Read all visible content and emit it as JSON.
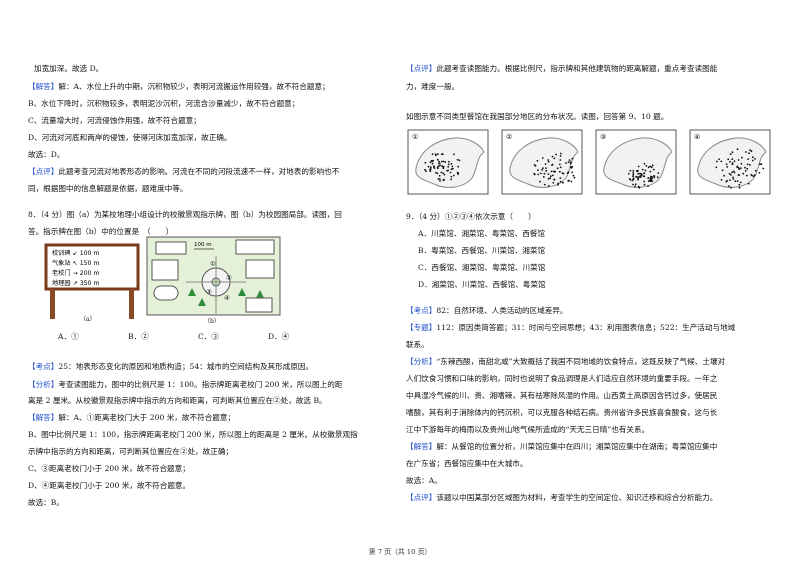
{
  "left": {
    "lines": [
      {
        "tag": "",
        "text": "加宽加深。故选 D。"
      },
      {
        "tag": "【解答】",
        "text": "解：A、水位上升的中期，沉积物较少，表明河流搬运作用较强，故不符合题意；"
      },
      {
        "tag": "",
        "text": "B、水位下降时，沉积物较多，表明泥沙沉积，河流含沙量减少，故不符合题意；"
      },
      {
        "tag": "",
        "text": "C、流量增大时，河流侵蚀作用强，故不符合题意；"
      },
      {
        "tag": "",
        "text": "D、河流对河底和两岸的侵蚀，使得河床加宽加深，故正确。"
      },
      {
        "tag": "",
        "text": "故选：D。"
      },
      {
        "tag": "【点评】",
        "text": "此题考查河流对地表形态的影响。河流在不同的河段流速不一样，对地表的影响也不"
      },
      {
        "tag": "",
        "text": "同，根据图中的信息解题是依据，题难度中等。"
      },
      {
        "tag": "",
        "text": "8．（4 分）图（a）为某校地理小组设计的校徽景观指示牌，图（b）为校园图局部。读图，回"
      },
      {
        "tag": "",
        "text": "答。指示牌在图（b）中的位置是　（　　）"
      }
    ],
    "sign": {
      "rows": [
        {
          "name": "校训碑",
          "dist": "100 m"
        },
        {
          "name": "气象站",
          "dist": "150 m"
        },
        {
          "name": "老校门",
          "dist": "200 m"
        },
        {
          "name": "地理园",
          "dist": "350 m"
        }
      ],
      "caption_a": "（a）",
      "caption_b": "（b）",
      "scale": "100 m",
      "markers": [
        "①",
        "②",
        "③",
        "④"
      ]
    },
    "options": [
      "A．①",
      "B．②",
      "C．③",
      "D．④"
    ],
    "lines2": [
      {
        "tag": "【考点】",
        "text": "25：地表形态变化的原因和地质构造；54：城市的空间结构及其形成原因。"
      },
      {
        "tag": "【分析】",
        "text": "考查读图能力，图中的比例尺是 1：100。指示牌距离老校门 200 米，所以图上的距"
      },
      {
        "tag": "",
        "text": "离是 2 厘米。从校徽景观指示牌中指示的方向和距离，可判断其位置应在②处，故选 B。"
      },
      {
        "tag": "【解答】",
        "text": "解：A、①距离老校门大于 200 米，故不符合题意；"
      },
      {
        "tag": "",
        "text": "B、图中比例尺是 1：100，指示牌距离老校门 200 米，所以图上的距离是 2 厘米。从校徽景观指"
      },
      {
        "tag": "",
        "text": "示牌中指示的方向和距离，可判断其位置应在②处，故正确；"
      },
      {
        "tag": "",
        "text": "C、③距离老校门小于 200 米，故不符合题意；"
      },
      {
        "tag": "",
        "text": "D、④距离老校门小于 200 米，故不符合题意。"
      },
      {
        "tag": "",
        "text": "故选：B。"
      }
    ]
  },
  "right": {
    "lines": [
      {
        "tag": "【点评】",
        "text": "此题考查读图能力。根据比例尺，指示牌和其他建筑物的距离解题，重点考查读图能"
      },
      {
        "tag": "",
        "text": "力，难度一般。"
      },
      {
        "tag": "",
        "text": "如图示意不同类型餐馆在我国部分地区的分布状况。读图，回答第 9、10 题。"
      }
    ],
    "maps": [
      "①",
      "②",
      "③",
      "④"
    ],
    "question": "9．（4 分）①②③④依次示意（　　）",
    "options": [
      "A．川菜馆、湘菜馆、粤菜馆、西餐馆",
      "B．粤菜馆、西餐馆、川菜馆、湘菜馆",
      "C．西餐馆、湘菜馆、粤菜馆、川菜馆",
      "D．湘菜馆、川菜馆、西餐馆、粤菜馆"
    ],
    "lines2": [
      {
        "tag": "【考点】",
        "text": "82：自然环境、人类活动的区域差异。"
      },
      {
        "tag": "【专题】",
        "text": "112：原因类简答题；31：时间与空间思想；43：利用图表信息；522：生产活动与地域"
      },
      {
        "tag": "",
        "text": "联系。"
      },
      {
        "tag": "【分析】",
        "text": "“东辣西酸，南甜北咸”大致概括了我国不同地域的饮食特点，这既反映了气候、土壤对"
      },
      {
        "tag": "",
        "text": "人们饮食习惯和口味的影响，同时也说明了食品调理是人们适应自然环境的重要手段。一年之"
      },
      {
        "tag": "",
        "text": "中具湿冷气候的川、贵、湘嗜辣，其有祛寒除风湿的作用。山西黄土高原因含钙过多，使居民"
      },
      {
        "tag": "",
        "text": "嗜酸，其有利于消除体内的钙沉积，可以克服各种结石病。贵州省许多民族喜食酸食，这与长"
      },
      {
        "tag": "",
        "text": "江中下游每年的梅雨以及贵州山地气候所造成的“天无三日晴”也有关系。"
      },
      {
        "tag": "【解答】",
        "text": "解：从餐馆的位置分析，川菜馆应集中在四川；湘菜馆应集中在湖南；粤菜馆应集中"
      },
      {
        "tag": "",
        "text": "在广东省；西餐馆应集中在大城市。"
      },
      {
        "tag": "",
        "text": "故选：A。"
      },
      {
        "tag": "【点评】",
        "text": "该题以中国某部分区域图为材料，考查学生的空间定位、知识迁移和综合分析能力。"
      }
    ]
  },
  "footer": "第 7 页（共 10 页）"
}
